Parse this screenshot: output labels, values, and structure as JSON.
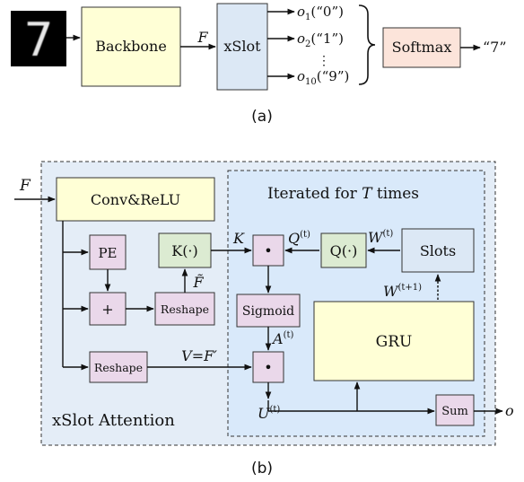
{
  "top": {
    "digit_image": "7",
    "backbone": "Backbone",
    "feature_label": "F",
    "xslot": "xSlot",
    "outputs": [
      {
        "sym": "o",
        "sub": "1",
        "val": "(“0”)"
      },
      {
        "sym": "o",
        "sub": "2",
        "val": "(“1”)"
      },
      {
        "sym": "o",
        "sub": "10",
        "val": "(“9”)"
      }
    ],
    "dots": "⋮",
    "softmax": "Softmax",
    "result": "“7”",
    "caption": "(a)"
  },
  "bottom": {
    "input_label": "F",
    "conv": "Conv&ReLU",
    "pe": "PE",
    "plus": "+",
    "reshape1": "Reshape",
    "reshape2": "Reshape",
    "kfunc": "K(·)",
    "ftilde": "F̃",
    "k_label": "K",
    "q_label": "Q",
    "q_sup": "(t)",
    "qfunc": "Q(·)",
    "w_label": "W",
    "w_sup": "(t)",
    "slots": "Slots",
    "w_next": "W",
    "w_next_sup": "(t+1)",
    "iter_text": "Iterated for ",
    "iter_T": "T",
    "iter_times": " times",
    "sigmoid": "Sigmoid",
    "a_label": "A",
    "a_sup": "(t)",
    "v_label": "V=F′",
    "gru": "GRU",
    "u_label": "U",
    "u_sup": "(t)",
    "sum": "Sum",
    "out_label": "o",
    "module_title": "xSlot Attention",
    "dot_symbol": "•",
    "caption": "(b)"
  },
  "colors": {
    "yellow": "#FFFFD6",
    "blue": "#DCE8F5",
    "peach": "#FCE4DA",
    "pink": "#EAD8EA",
    "green": "#DCEBD2",
    "module_bg": "#E4EDF7",
    "inner_bg": "#D9E9FA",
    "black": "#000000"
  }
}
